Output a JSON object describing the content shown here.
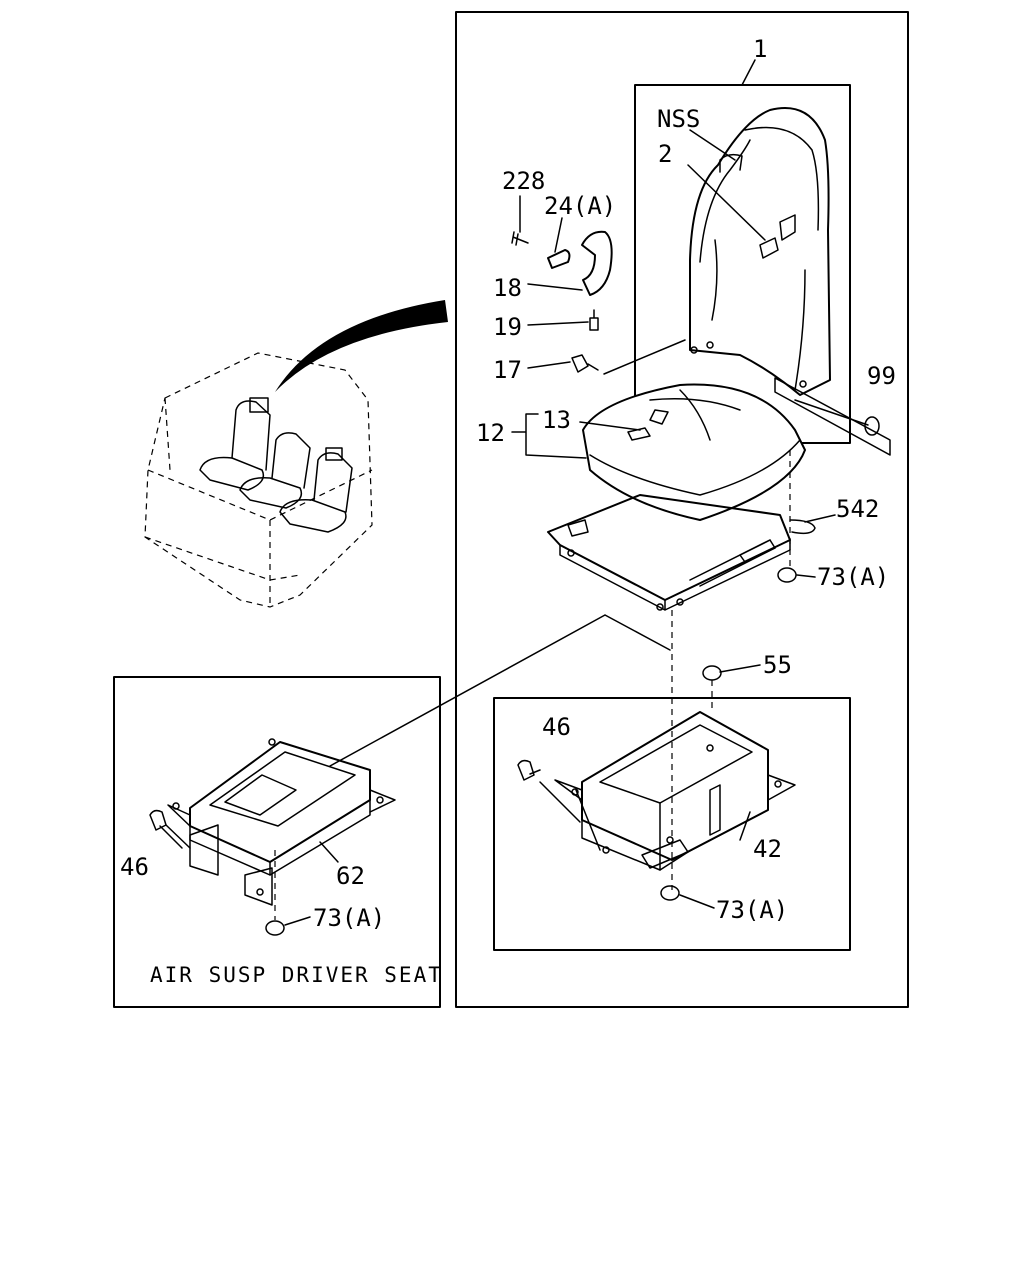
{
  "labels": {
    "p1": "1",
    "nss": "NSS",
    "p2": "2",
    "p228": "228",
    "p24a": "24(A)",
    "p18": "18",
    "p19": "19",
    "p17": "17",
    "p99": "99",
    "p13": "13",
    "p12": "12",
    "p542": "542",
    "p73a_top": "73(A)",
    "p55": "55",
    "p46_right": "46",
    "p42": "42",
    "p73a_right": "73(A)",
    "p46_left": "46",
    "p62": "62",
    "p73a_left": "73(A)"
  },
  "caption": "AIR SUSP DRIVER SEAT"
}
